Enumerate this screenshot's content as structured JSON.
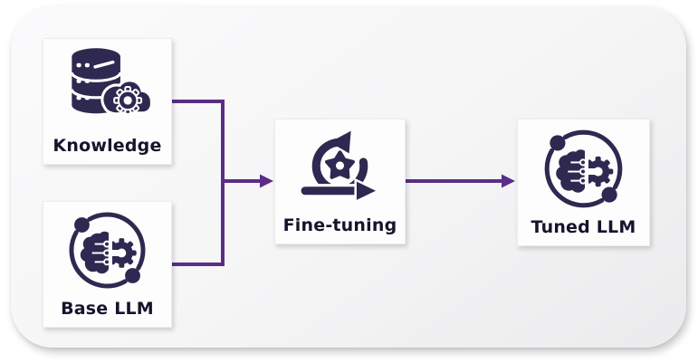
{
  "diagram": {
    "nodes": [
      {
        "id": "knowledge",
        "label": "Knowledge",
        "icon": "database-gear-icon"
      },
      {
        "id": "base-llm",
        "label": "Base LLM",
        "icon": "brain-gear-icon"
      },
      {
        "id": "fine-tuning",
        "label": "Fine-tuning",
        "icon": "iteration-loop-icon"
      },
      {
        "id": "tuned-llm",
        "label": "Tuned LLM",
        "icon": "brain-gear-icon"
      }
    ],
    "edges": [
      {
        "from": "Knowledge",
        "to": "Fine-tuning"
      },
      {
        "from": "Base LLM",
        "to": "Fine-tuning"
      },
      {
        "from": "Fine-tuning",
        "to": "Tuned LLM"
      }
    ]
  },
  "colors": {
    "icon": "#2e2950",
    "arrow": "#5b2d87",
    "label": "#16132b",
    "node_bg": "#fdfdfe"
  }
}
